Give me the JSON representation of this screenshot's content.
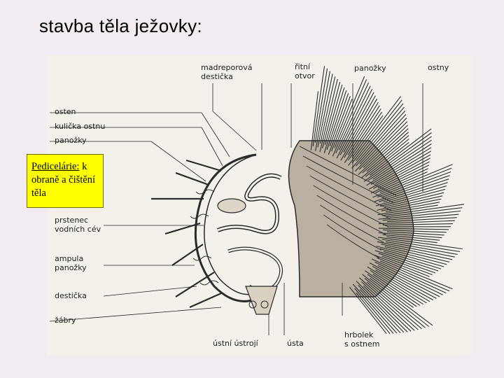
{
  "slide": {
    "title": "stavba těla ježovky:"
  },
  "callout": {
    "keyword": "Pedicelárie:",
    "text": " k obraně a čištění těla"
  },
  "diagram": {
    "labels": {
      "madreporova": "madreporová\ndestička",
      "ritni_otvor": "řitní\notvor",
      "panozky_top": "panožky",
      "ostny": "ostny",
      "osten": "osten",
      "kulicka_ostnu": "kulička ostnu",
      "panozky_left": "panožky",
      "prstenec": "prstenec\nvodních cév",
      "ampula": "ampula\npanožky",
      "desticka": "destička",
      "zabry": "žábry",
      "ustni_ustroji": "ústní ústrojí",
      "usta": "ústa",
      "hrbolek": "hrbolek\ns ostnem"
    }
  }
}
